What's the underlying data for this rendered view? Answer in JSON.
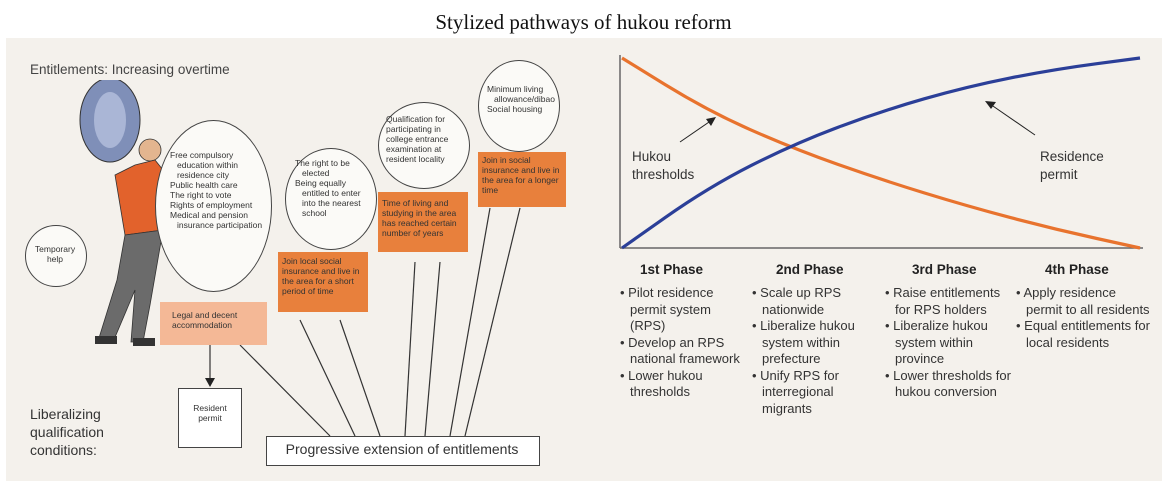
{
  "title": "Stylized pathways of hukou reform",
  "left": {
    "entitlements_heading": "Entitlements: Increasing overtime",
    "temporary_help": "Temporary help",
    "circle1_items": [
      "Free compulsory education within residence city",
      "Public health care",
      "The right to vote",
      "Rights of employment",
      "Medical and pension insurance participation"
    ],
    "circle2_items": [
      "The right to be elected",
      "Being equally entitled to enter into the nearest school"
    ],
    "circle3_text": "Qualification for participating in college entrance examination at resident locality",
    "circle4_items": [
      "Minimum living allowance/dibao",
      "Social housing"
    ],
    "box1": "Legal and decent accommodation",
    "box2": "Join local social insurance and live in the area for a short period of time",
    "box3": "Time of living and studying in the area has reached certain number of years",
    "box4": "Join in social insurance and live in the area for a longer time",
    "resident_permit": "Resident permit",
    "liberalizing": "Liberalizing qualification conditions:",
    "progressive": "Progressive extension of entitlements"
  },
  "chart_data": {
    "type": "line",
    "title": "",
    "series": [
      {
        "name": "Hukou thresholds",
        "color": "#e8732e",
        "trend": "decreasing",
        "values": [
          1.0,
          0.72,
          0.52,
          0.36,
          0.22,
          0.1,
          0.0
        ]
      },
      {
        "name": "Residence permit",
        "color": "#2b3f98",
        "trend": "increasing",
        "values": [
          0.0,
          0.32,
          0.55,
          0.72,
          0.85,
          0.94,
          1.0
        ]
      }
    ],
    "colors": {
      "orange": "#e8732e",
      "blue": "#2b3f98"
    }
  },
  "phases": [
    {
      "name": "1st Phase",
      "items": [
        "Pilot residence permit system (RPS)",
        "Develop an RPS national framework",
        "Lower hukou thresholds"
      ]
    },
    {
      "name": "2nd Phase",
      "items": [
        "Scale up RPS nationwide",
        "Liberalize hukou system within prefecture",
        "Unify RPS for interregional migrants"
      ]
    },
    {
      "name": "3rd Phase",
      "items": [
        "Raise entitlements for RPS holders",
        "Liberalize hukou system within province",
        "Lower thresholds for hukou conversion"
      ]
    },
    {
      "name": "4th Phase",
      "items": [
        "Apply residence permit to all residents",
        "Equal entitlements for local residents"
      ]
    }
  ]
}
